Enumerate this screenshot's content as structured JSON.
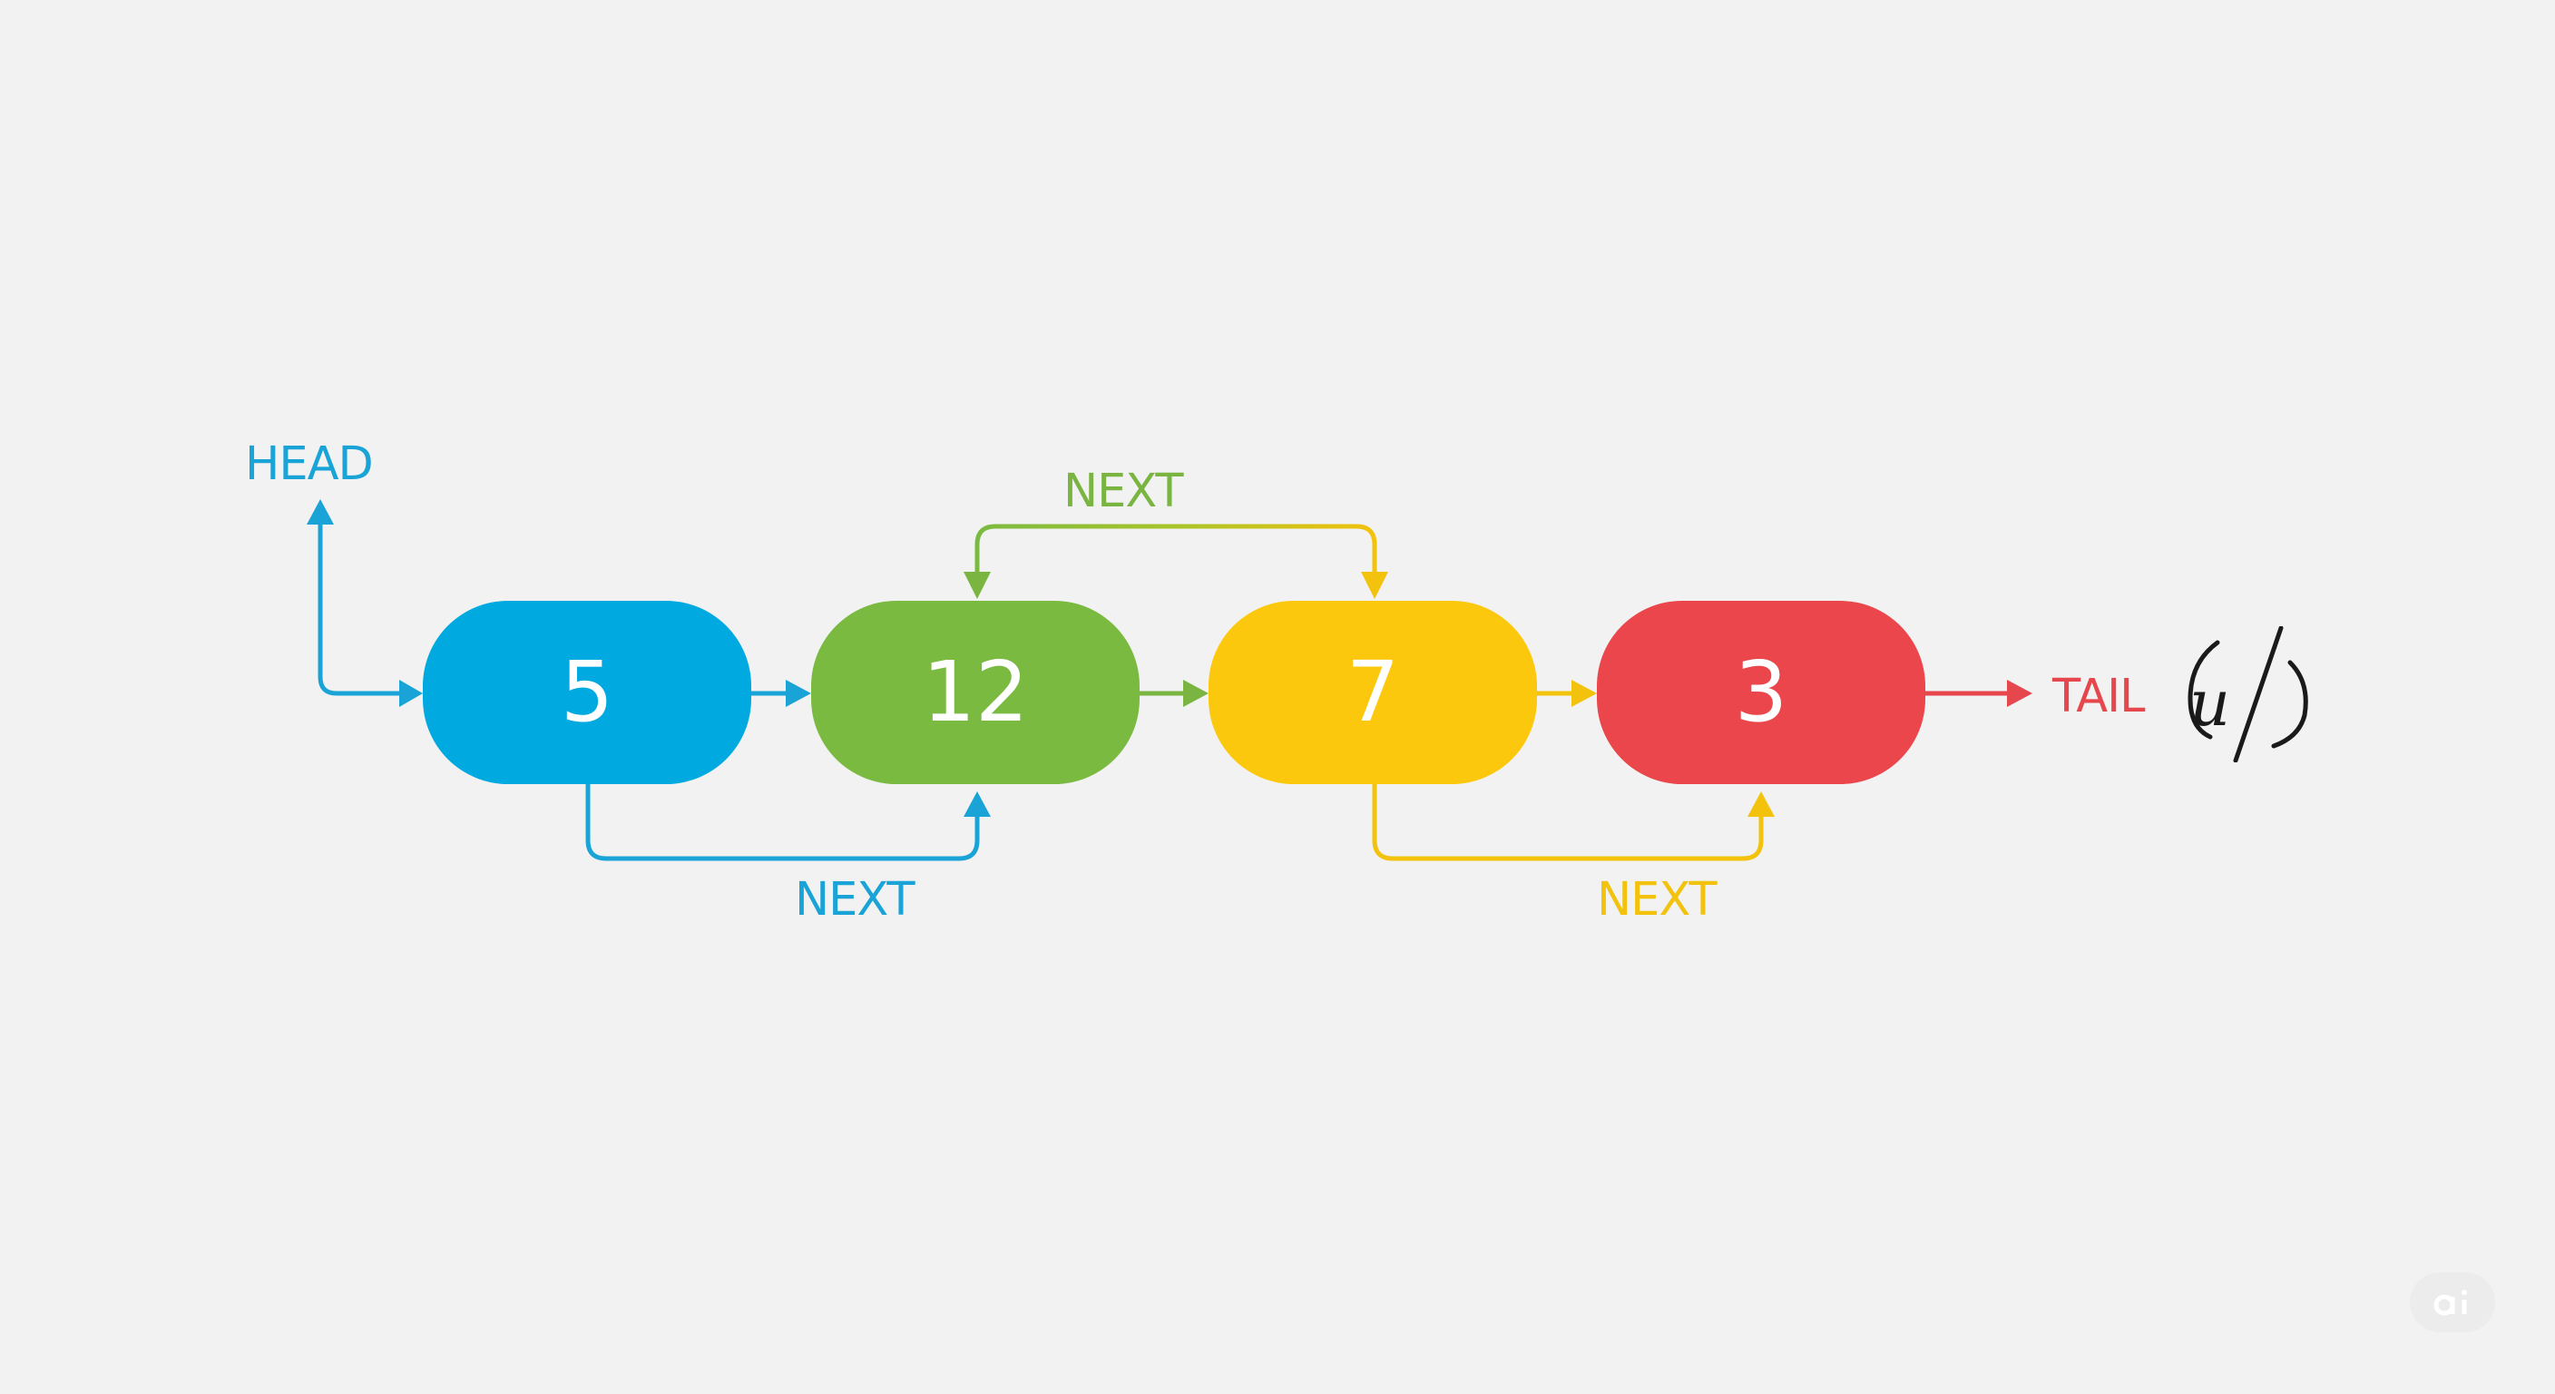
{
  "linked_list": {
    "nodes": [
      {
        "value": "5",
        "color": "#00a9e0"
      },
      {
        "value": "12",
        "color": "#7aba41"
      },
      {
        "value": "7",
        "color": "#fcc80e"
      },
      {
        "value": "3",
        "color": "#ea464b"
      }
    ],
    "head_label": "HEAD",
    "tail_label": "TAIL",
    "null_marker": "u",
    "next_labels": {
      "top": "NEXT",
      "bottom_first": "NEXT",
      "bottom_second": "NEXT"
    }
  },
  "colors": {
    "background": "#f2f2f2",
    "blue": "#1aa3d6",
    "green": "#79b540",
    "yellow": "#f2c20c",
    "red": "#e5474d"
  },
  "badge": {
    "icon": "ai-watermark-icon"
  }
}
